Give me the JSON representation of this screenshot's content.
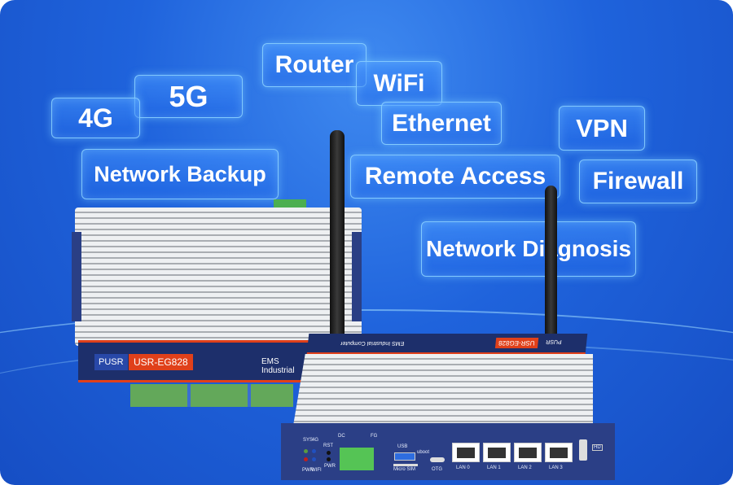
{
  "tags": [
    "Router",
    "5G",
    "WiFi",
    "4G",
    "Ethernet",
    "VPN",
    "Network Backup",
    "Remote Access",
    "Firewall",
    "Network Diagnosis"
  ],
  "device": {
    "brand": "PUSR",
    "model": "USR-EG828",
    "subtitle_back": "EMS Industrial",
    "subtitle_front": "EMS Industrial Computer",
    "labels": {
      "dc": "DC",
      "fg": "FG",
      "rst": "RST",
      "pwr": "PWR",
      "sys": "SYS",
      "g4": "4G",
      "wifi": "WIFI",
      "pwr_led": "PWR",
      "usb": "USB",
      "uboot": "uboot",
      "micro_sim": "Micro SIM",
      "otg": "OTG",
      "hd": "HD"
    },
    "lan_ports": [
      "LAN 0",
      "LAN 1",
      "LAN 2",
      "LAN 3"
    ]
  },
  "colors": {
    "background": "#1f63dc",
    "accent": "#e0401a",
    "panel": "#1d2f6b"
  }
}
